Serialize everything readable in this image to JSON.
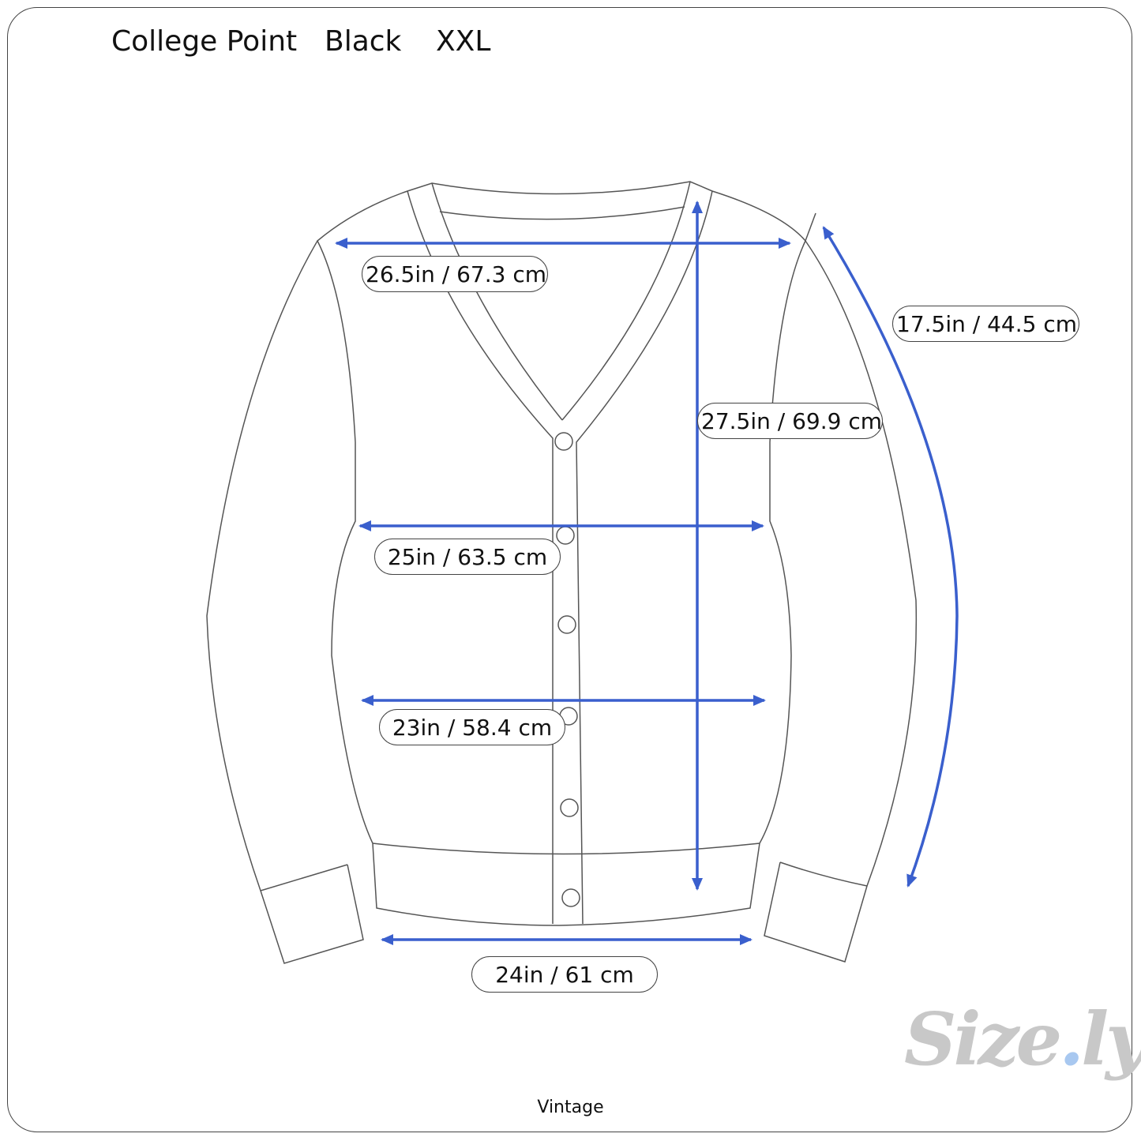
{
  "header": {
    "brand": "College Point",
    "color": "Black",
    "size": "XXL"
  },
  "measurements": {
    "chest": "26.5in / 67.3 cm",
    "sleeve": "17.5in / 44.5 cm",
    "length": "27.5in / 69.9 cm",
    "waist": "25in / 63.5 cm",
    "hip": "23in / 58.4 cm",
    "hem": "24in / 61 cm"
  },
  "footer": {
    "category": "Vintage"
  },
  "logo": {
    "text": "Size.ly"
  },
  "colors": {
    "arrow": "#3a5fcd",
    "outline": "#555555",
    "logo": "#c8c8c8",
    "logo_dot": "#a8c8f0"
  }
}
